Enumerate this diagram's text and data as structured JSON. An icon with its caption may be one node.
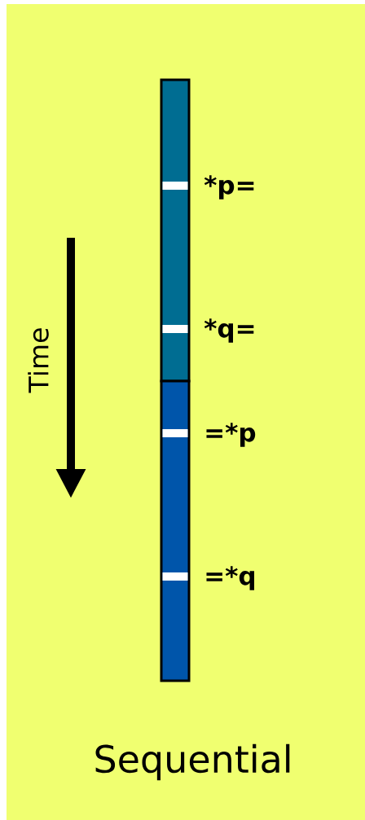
{
  "diagram": {
    "caption": "Sequential",
    "nodes": [
      {
        "text": [],
        "shape": "bar",
        "beside": [
          "*p=",
          "*q="
        ]
      },
      {
        "text": [],
        "shape": "bar",
        "beside": [
          "=*p",
          "=*q"
        ]
      }
    ],
    "labels": [
      "Time"
    ]
  }
}
